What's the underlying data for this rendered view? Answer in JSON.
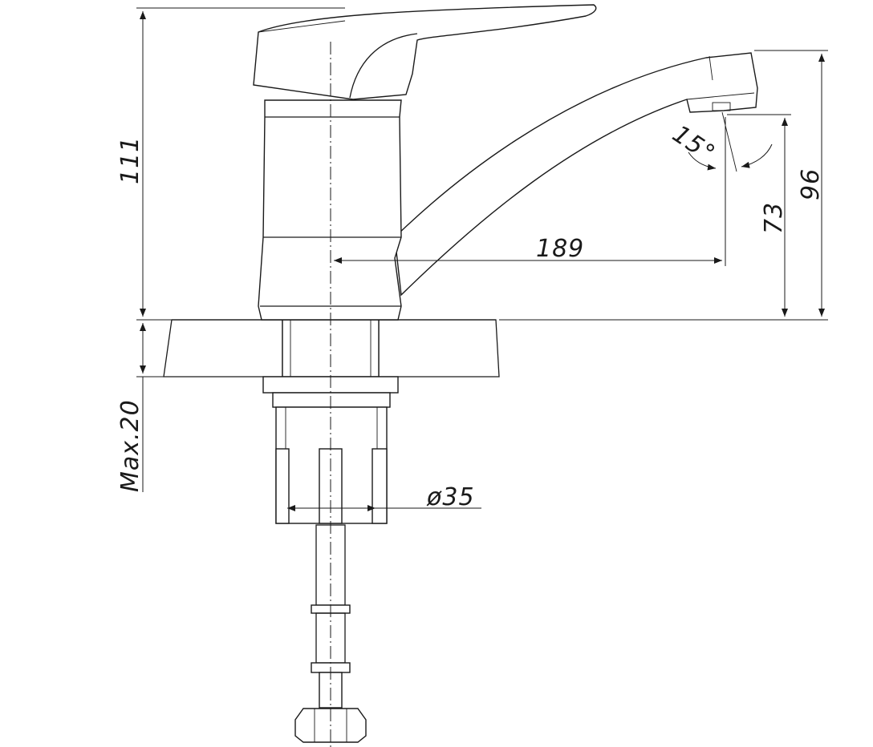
{
  "drawing": {
    "dimensions": {
      "height_total": "111",
      "outlet_height": "96",
      "spout_height": "73",
      "spout_reach": "189",
      "outlet_angle": "15°",
      "max_thickness": "Max.20",
      "base_diameter": "ø35"
    }
  },
  "colors": {
    "line": "#1a1a1a",
    "background": "#ffffff"
  }
}
